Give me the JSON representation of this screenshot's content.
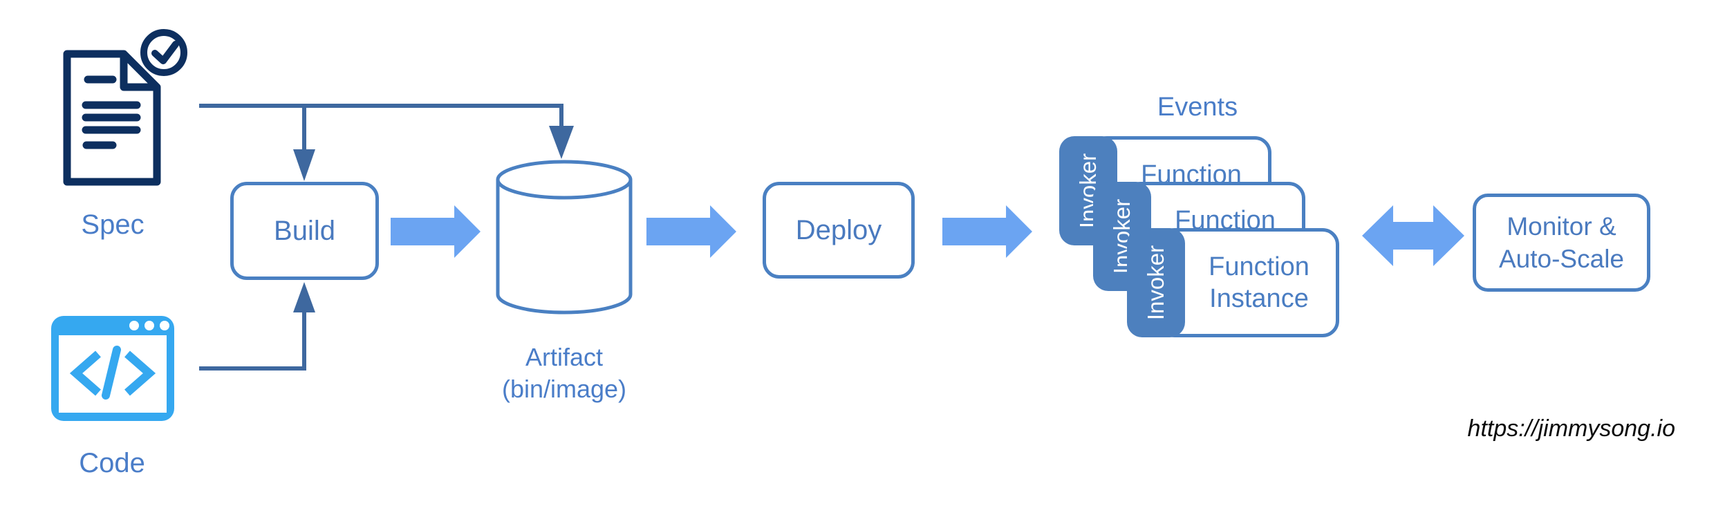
{
  "colors": {
    "navy_icon": "#0d2f5f",
    "connector": "#3e689f",
    "node_border": "#4a80c2",
    "node_text": "#4a7abf",
    "caption_text": "#4a7dc8",
    "flow_arrow": "#6ba4f2",
    "invoker_fill": "#4d80be",
    "code_icon_blue": "#35a8f0",
    "attribution_text": "#0a0a0a"
  },
  "nodes": {
    "spec": {
      "label": "Spec",
      "icon": "document-check-icon"
    },
    "code": {
      "label": "Code",
      "icon": "code-window-icon"
    },
    "build": {
      "label": "Build"
    },
    "artifact": {
      "label": "Artifact\n(bin/image)",
      "icon": "database-cylinder-icon"
    },
    "deploy": {
      "label": "Deploy"
    },
    "monitor": {
      "label": "Monitor &\nAuto-Scale"
    }
  },
  "events_caption": "Events",
  "function_instances": [
    {
      "tab_label": "Invoker",
      "label": "Function\nInstance"
    },
    {
      "tab_label": "Invoker",
      "label": "Function\nInstance"
    },
    {
      "tab_label": "Invoker",
      "label": "Function\nInstance"
    }
  ],
  "attribution": "https://jimmysong.io"
}
